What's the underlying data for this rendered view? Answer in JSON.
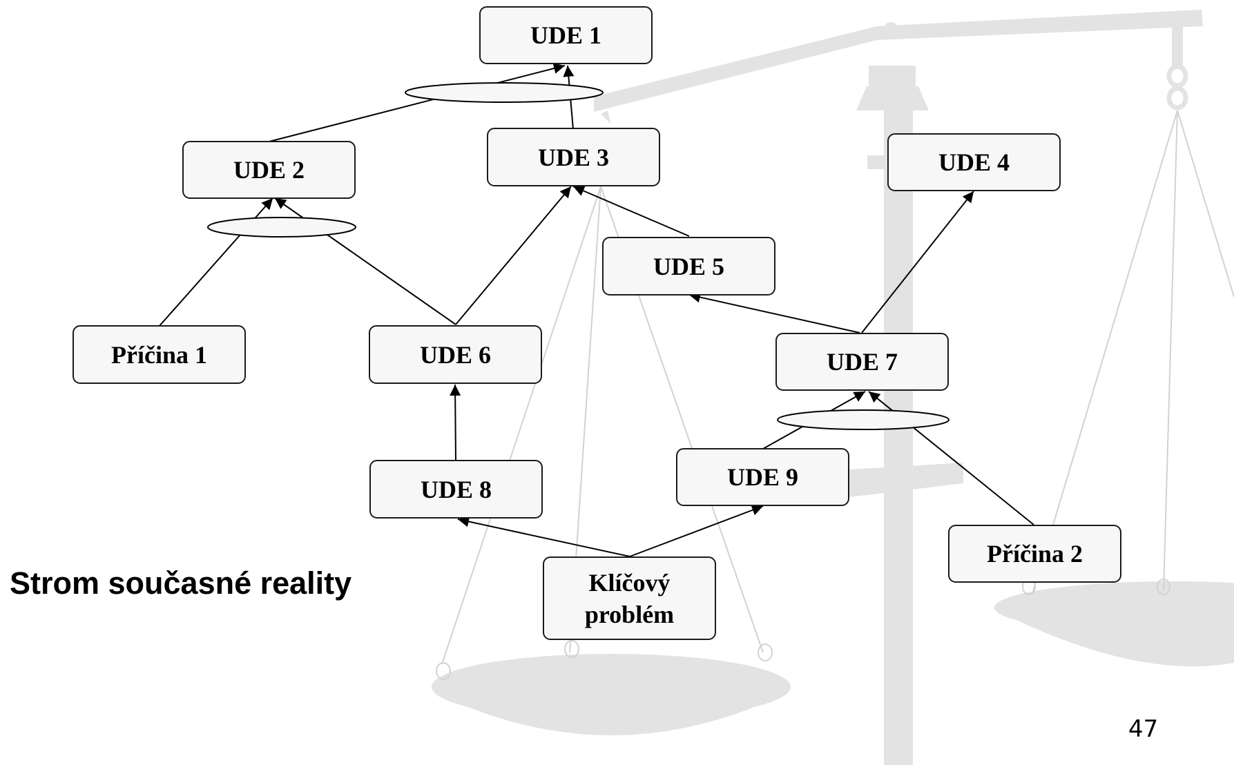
{
  "diagram": {
    "title": "Strom současné reality",
    "page_number": "47",
    "nodes": {
      "ude1": "UDE 1",
      "ude2": "UDE 2",
      "ude3": "UDE 3",
      "ude4": "UDE 4",
      "ude5": "UDE 5",
      "ude6": "UDE 6",
      "ude7": "UDE 7",
      "ude8": "UDE 8",
      "ude9": "UDE 9",
      "cause1": "Příčina 1",
      "cause2": "Příčina 2",
      "core_problem": "Klíčový\nproblém"
    },
    "edges": [
      {
        "from": "ude2",
        "to": "ude1",
        "via_and": "and_ude1"
      },
      {
        "from": "ude3",
        "to": "ude1",
        "via_and": "and_ude1"
      },
      {
        "from": "cause1",
        "to": "ude2",
        "via_and": "and_ude2"
      },
      {
        "from": "ude6",
        "to": "ude2",
        "via_and": "and_ude2"
      },
      {
        "from": "ude6",
        "to": "ude3"
      },
      {
        "from": "ude5",
        "to": "ude3"
      },
      {
        "from": "ude7",
        "to": "ude5"
      },
      {
        "from": "ude7",
        "to": "ude4"
      },
      {
        "from": "ude8",
        "to": "ude6"
      },
      {
        "from": "ude9",
        "to": "ude7",
        "via_and": "and_ude7"
      },
      {
        "from": "cause2",
        "to": "ude7",
        "via_and": "and_ude7"
      },
      {
        "from": "core_problem",
        "to": "ude8"
      },
      {
        "from": "core_problem",
        "to": "ude9"
      }
    ],
    "background_image": "balance-scale-watermark",
    "colors": {
      "node_fill": "#f7f7f7",
      "node_border": "#1a1a1a",
      "watermark": "#e3e3e3",
      "edge": "#000000"
    }
  }
}
